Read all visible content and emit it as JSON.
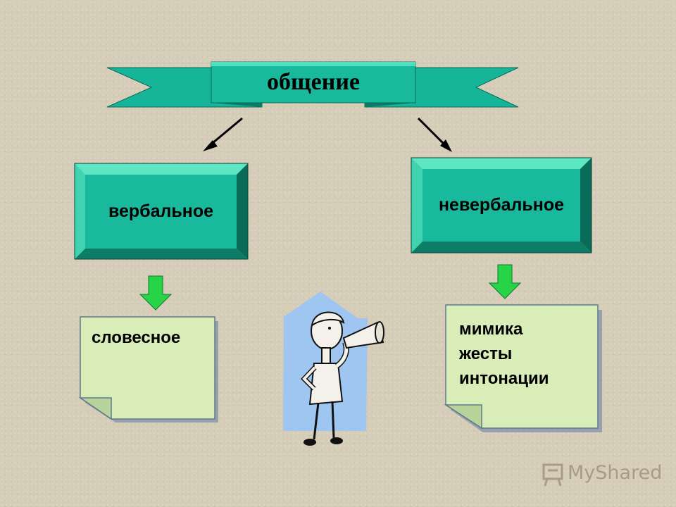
{
  "diagram": {
    "title": "общение",
    "left_box": "вербальное",
    "right_box": "невербальное",
    "left_note": [
      "словесное"
    ],
    "right_note": [
      "мимика",
      "жесты",
      "интонации"
    ]
  },
  "watermark": {
    "text": "MyShared",
    "icon": "presentation-board-icon"
  },
  "colors": {
    "teal": "#16b59a",
    "teal_light": "#5ce6c4",
    "teal_dark": "#0a6b58",
    "note_fill": "#d8edb8",
    "arrow_green": "#27d447"
  }
}
